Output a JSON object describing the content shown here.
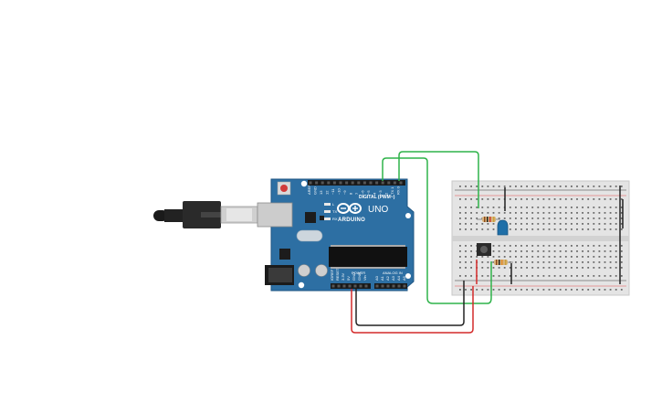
{
  "board": {
    "model_label": "UNO",
    "brand_label": "ARDUINO",
    "digital_header_label": "DIGITAL (PWM~)",
    "power_header_label": "POWER",
    "analog_header_label": "ANALOG IN",
    "led_labels": [
      "L",
      "TX",
      "RX"
    ],
    "digital_pin_labels": [
      "AREF",
      "GND",
      "13",
      "12",
      "~11",
      "~10",
      "~9",
      "8",
      "7",
      "~6",
      "~5",
      "4",
      "~3",
      "2",
      "TX 1",
      "RX 0"
    ],
    "power_pin_labels": [
      "IOREF",
      "RESET",
      "3.3V",
      "5V",
      "GND",
      "GND",
      "Vin"
    ],
    "analog_pin_labels": [
      "A0",
      "A1",
      "A2",
      "A3",
      "A4",
      "A5"
    ]
  },
  "colors": {
    "board_blue": "#2d6fa3",
    "board_dark": "#1f5683",
    "wire_green": "#2fb34a",
    "wire_red": "#d42a2a",
    "wire_black": "#222222",
    "led_blue": "#1f6fa8",
    "breadboard": "#e4e4e4",
    "rail_red": "#e24b4b",
    "rail_blue": "#333333"
  },
  "icons": {
    "logo": "arduino-infinity-icon",
    "cable": "usb-cable-icon"
  }
}
